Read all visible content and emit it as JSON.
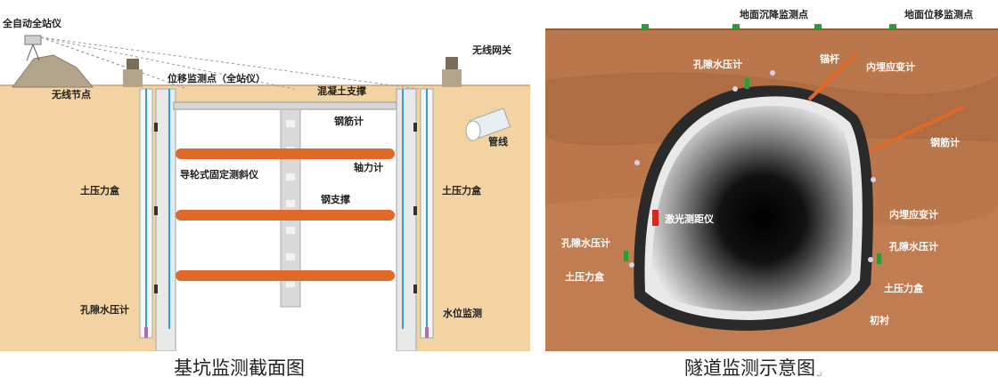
{
  "pit": {
    "caption": "基坑监测截面图",
    "labels": {
      "total_station": "全自动全站仪",
      "wireless_gateway": "无线网关",
      "wireless_node": "无线节点",
      "displacement_point": "位移监测点（全站仪）",
      "concrete_strut": "混凝土支撑",
      "rebar_meter": "钢筋计",
      "pipeline": "管线",
      "axial_force_meter": "轴力计",
      "inclinometer": "导轮式固定测斜仪",
      "earth_pressure_left": "土压力盒",
      "earth_pressure_right": "土压力盒",
      "steel_strut": "钢支撑",
      "pore_pressure": "孔隙水压计",
      "water_level": "水位监测"
    }
  },
  "tunnel": {
    "caption": "隧道监测示意图",
    "labels": {
      "settlement_point": "地面沉降监测点",
      "surface_displacement_point": "地面位移监测点",
      "pore_pressure_top": "孔隙水压计",
      "anchor": "锚杆",
      "embedded_strain_top": "内埋应变计",
      "rebar_meter": "钢筋计",
      "laser_rangefinder": "激光测距仪",
      "embedded_strain_right": "内埋应变计",
      "pore_pressure_left": "孔隙水压计",
      "pore_pressure_right": "孔隙水压计",
      "earth_pressure_left": "土压力盒",
      "earth_pressure_right": "土压力盒",
      "primary_lining": "初衬"
    }
  },
  "colors": {
    "soil": "#f2d3a1",
    "strut": "#e0692a",
    "wall_line": "#2f9fd8",
    "tunnel_soil": "#b9774b",
    "lining": "#2a2a2a",
    "sensor_green": "#2e9b3a",
    "laser_red": "#d32a1f"
  }
}
